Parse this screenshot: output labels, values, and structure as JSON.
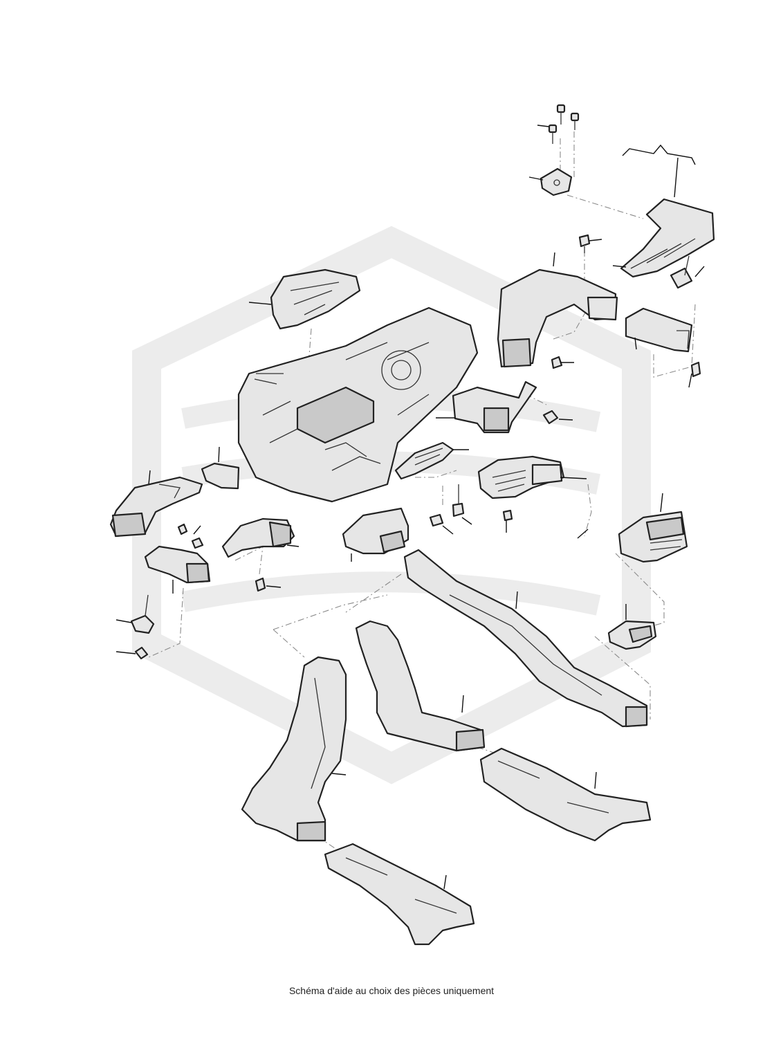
{
  "caption": "Schéma d'aide au choix des pièces uniquement",
  "watermark": {
    "name": "brand-hexagon-watermark",
    "color": "#ececec"
  },
  "colors": {
    "line": "#222222",
    "part_fill": "#e6e6e6",
    "dash": "#8a8a8a"
  },
  "parts": [
    "screws-top",
    "actuator-top",
    "right-vent-duct",
    "connector-duct-upper",
    "defrost-nozzle",
    "hvac-heater-box",
    "center-connector-duct",
    "sensor-bracket",
    "center-vent-housing",
    "left-side-duct",
    "small-elbow",
    "foot-well-left-duct",
    "left-elbow-lower",
    "center-console-vent",
    "center-floor-duct",
    "right-bezel-vent",
    "rear-vent",
    "rear-floor-duct-left",
    "rear-floor-duct-center",
    "floor-channel-rear-right",
    "floor-channel-rear-left",
    "servo-motor-left",
    "clip-left"
  ]
}
